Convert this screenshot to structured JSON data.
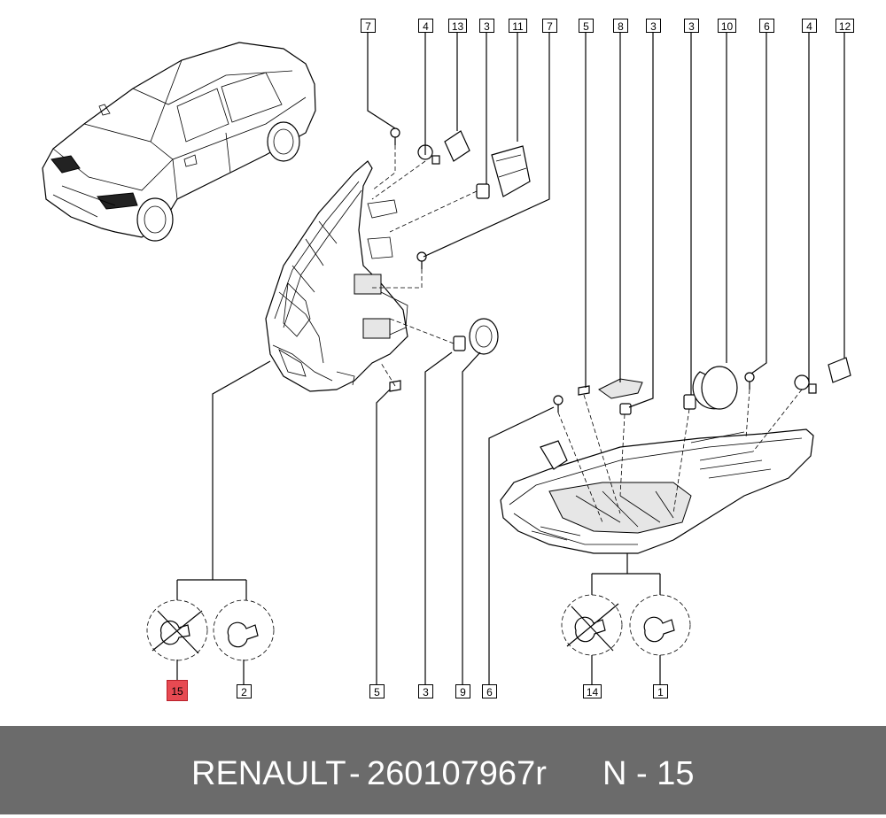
{
  "callouts": [
    {
      "id": "c-top-7a",
      "label": "7"
    },
    {
      "id": "c-top-4a",
      "label": "4"
    },
    {
      "id": "c-top-13",
      "label": "13"
    },
    {
      "id": "c-top-3a",
      "label": "3"
    },
    {
      "id": "c-top-11",
      "label": "11"
    },
    {
      "id": "c-top-7b",
      "label": "7"
    },
    {
      "id": "c-top-5",
      "label": "5"
    },
    {
      "id": "c-top-8",
      "label": "8"
    },
    {
      "id": "c-top-3b",
      "label": "3"
    },
    {
      "id": "c-top-3c",
      "label": "3"
    },
    {
      "id": "c-top-10",
      "label": "10"
    },
    {
      "id": "c-top-6",
      "label": "6"
    },
    {
      "id": "c-top-4b",
      "label": "4"
    },
    {
      "id": "c-top-12",
      "label": "12"
    },
    {
      "id": "c-bot-15",
      "label": "15",
      "selected": true
    },
    {
      "id": "c-bot-2",
      "label": "2"
    },
    {
      "id": "c-bot-5",
      "label": "5"
    },
    {
      "id": "c-bot-3",
      "label": "3"
    },
    {
      "id": "c-bot-9",
      "label": "9"
    },
    {
      "id": "c-bot-6",
      "label": "6"
    },
    {
      "id": "c-bot-14",
      "label": "14"
    },
    {
      "id": "c-bot-1",
      "label": "1"
    }
  ],
  "footer": {
    "brand": "RENAULT",
    "separator": "-",
    "part_number": "260107967r",
    "reference": "N - 15"
  },
  "colors": {
    "footer_bg": "#6b6b6b",
    "footer_text": "#ffffff",
    "highlight": "#e74a52"
  }
}
